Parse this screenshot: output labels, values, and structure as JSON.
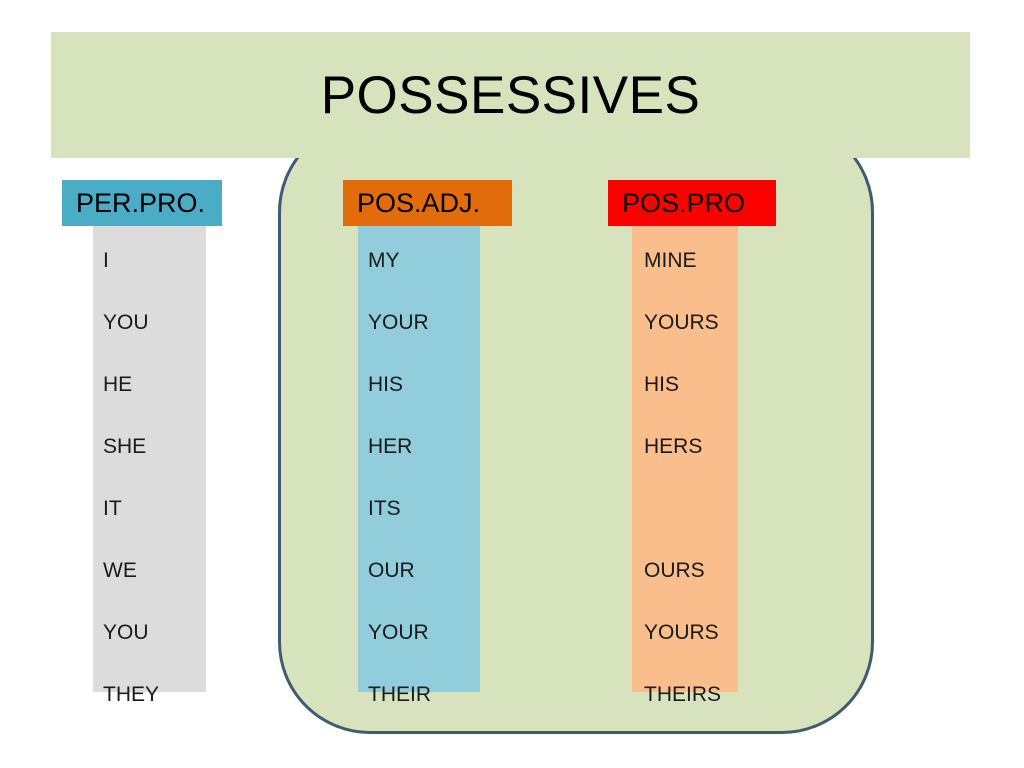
{
  "slide": {
    "title": "POSSESSIVES",
    "background_color": "#ffffff"
  },
  "panel": {
    "fill_color": "#d6e3bc",
    "border_color": "#3d5b73"
  },
  "columns": [
    {
      "id": "per-pro",
      "header": "PER.PRO.",
      "header_color": "#4bacc6",
      "body_color": "#dcdcdc",
      "cells": [
        "I",
        "YOU",
        "HE",
        "SHE",
        "IT",
        "WE",
        "YOU",
        "THEY"
      ]
    },
    {
      "id": "pos-adj",
      "header": "POS.ADJ.",
      "header_color": "#e36c0a",
      "body_color": "#92cddc",
      "cells": [
        "MY",
        "YOUR",
        "HIS",
        "HER",
        "ITS",
        "OUR",
        "YOUR",
        "THEIR"
      ]
    },
    {
      "id": "pos-pro",
      "header": "POS.PRO",
      "header_color": "#fb0200",
      "body_color": "#f9be8c",
      "cells": [
        "MINE",
        "YOURS",
        "HIS",
        "HERS",
        "",
        "OURS",
        "YOURS",
        "THEIRS"
      ]
    }
  ]
}
